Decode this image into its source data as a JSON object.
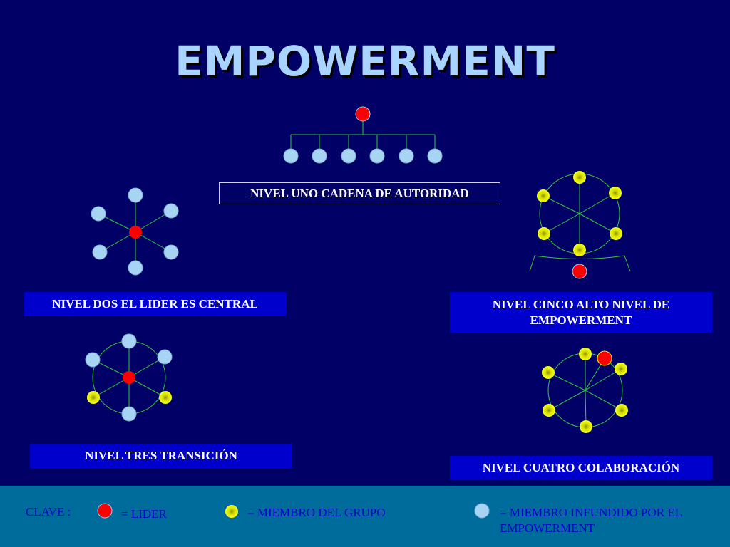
{
  "title": "EMPOWERMENT",
  "levels": {
    "one": "NIVEL UNO CADENA DE AUTORIDAD",
    "two": "NIVEL DOS EL LIDER ES CENTRAL",
    "three": "NIVEL TRES TRANSICIÓN",
    "four": "NIVEL CUATRO COLABORACIÓN",
    "five": "NIVEL CINCO ALTO NIVEL DE EMPOWERMENT"
  },
  "legend": {
    "key": "CLAVE  :",
    "leader": "= LIDER",
    "member": "= MIEMBRO DEL GRUPO",
    "empowered": "= MIEMBRO INFUNDIDO POR EL EMPOWERMENT"
  },
  "colors": {
    "background": "#000066",
    "label_fill": "#0000cc",
    "footer": "#006c9c",
    "leader": "#ff0000",
    "member": "#e8f000",
    "empowered": "#a8d4f4",
    "connector": "#33cc33"
  }
}
